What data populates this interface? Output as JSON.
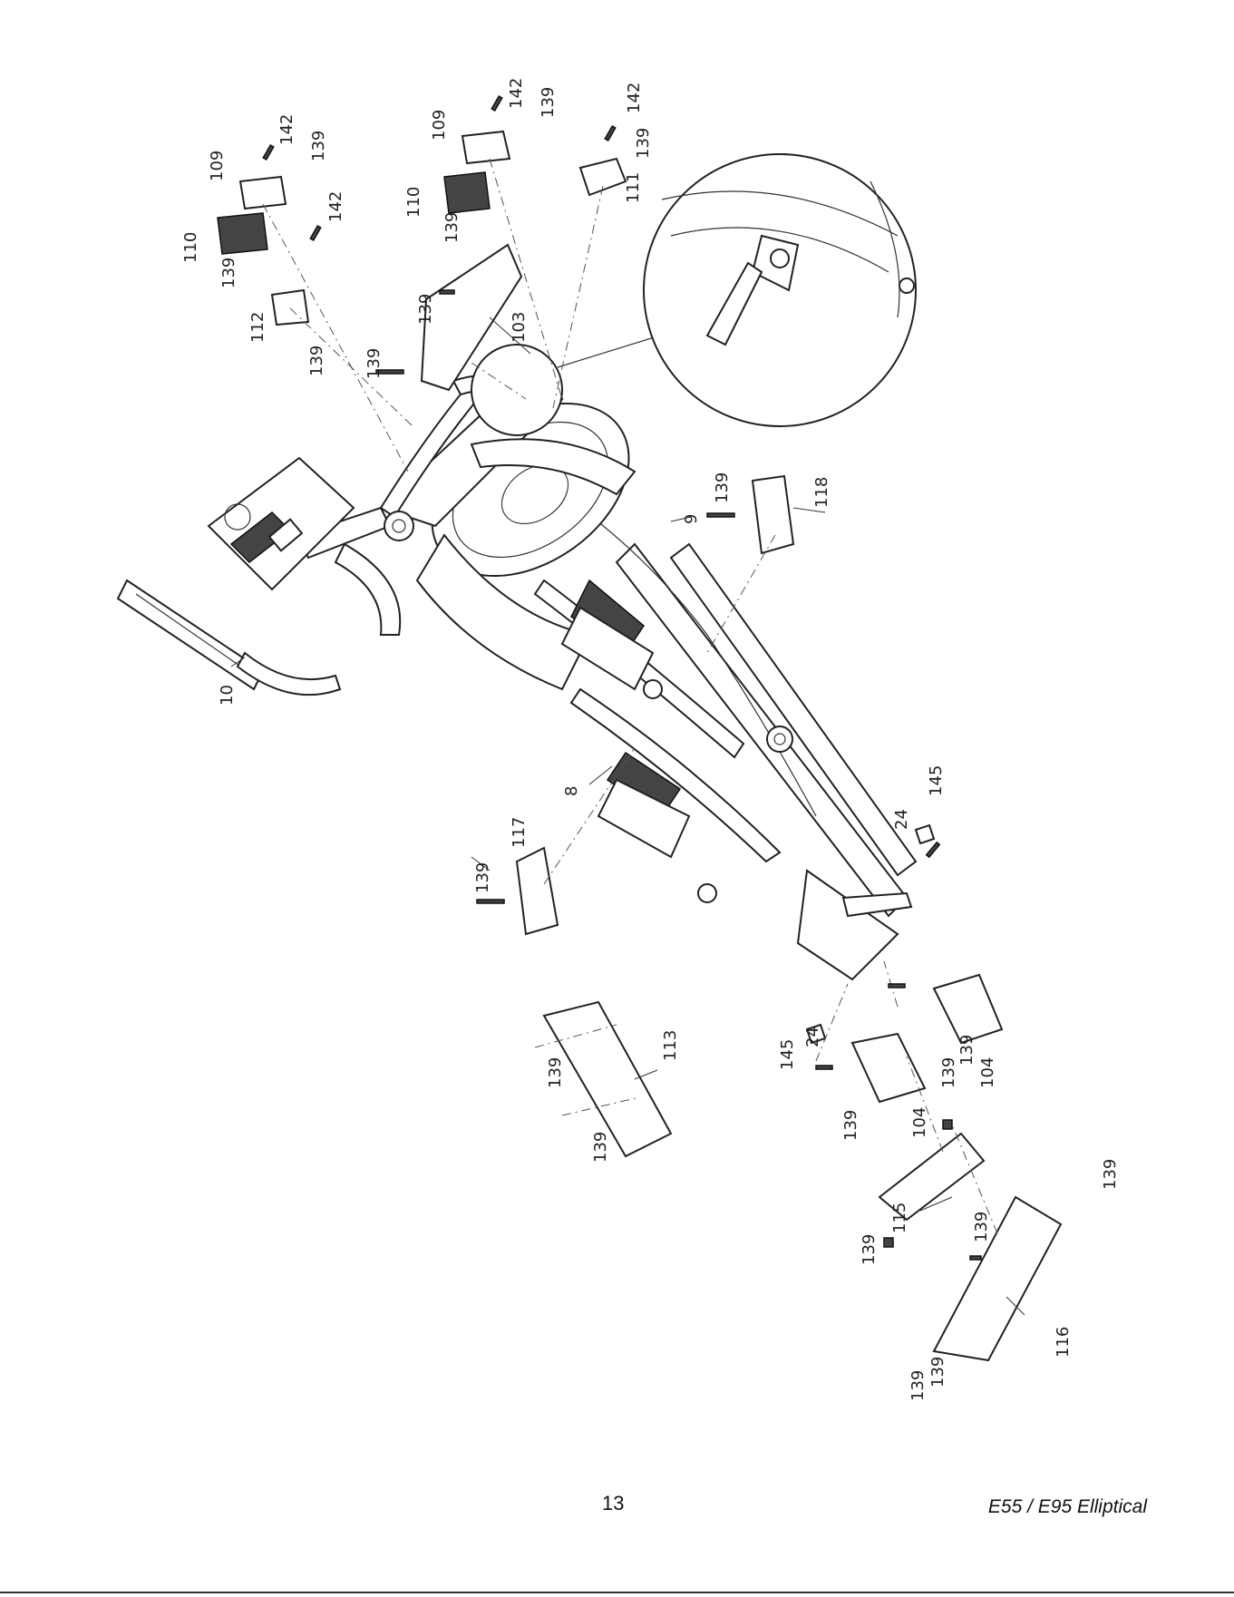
{
  "footer": {
    "page_number": "13",
    "model_title": "E55 / E95 Elliptical"
  },
  "callouts": {
    "p8": "8",
    "p9": "9",
    "p10": "10",
    "p24": "24",
    "p103": "103",
    "p104": "104",
    "p109": "109",
    "p110": "110",
    "p111": "111",
    "p112": "112",
    "p113": "113",
    "p115": "115",
    "p116": "116",
    "p117": "117",
    "p118": "118",
    "p139": "139",
    "p142": "142",
    "p145": "145"
  }
}
